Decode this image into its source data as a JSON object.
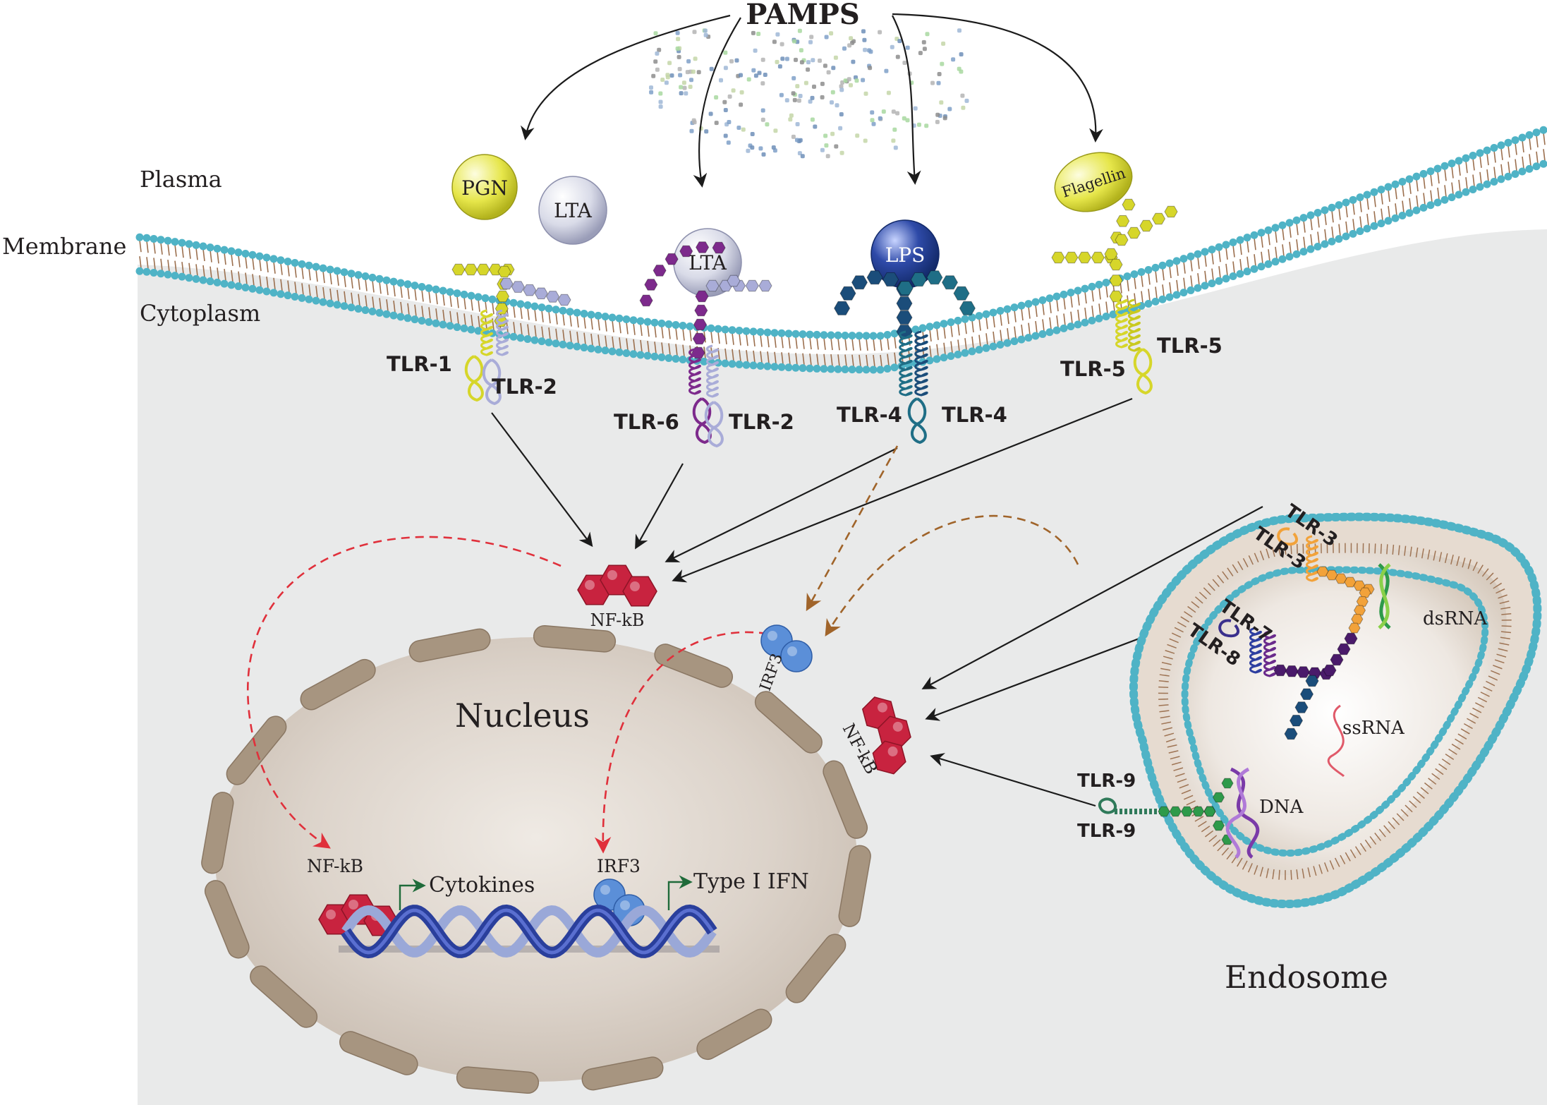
{
  "title": "PAMPS",
  "regions": {
    "plasma": "Plasma",
    "membrane": "Membrane",
    "cytoplasm": "Cytoplasm",
    "nucleus": "Nucleus",
    "endosome": "Endosome"
  },
  "ligands": {
    "pgn": "PGN",
    "lta_1": "LTA",
    "lta_2": "LTA",
    "lps": "LPS",
    "flagellin": "Flagellin"
  },
  "receptors": {
    "tlr1": "TLR-1",
    "tlr2_a": "TLR-2",
    "tlr6": "TLR-6",
    "tlr2_b": "TLR-2",
    "tlr4_a": "TLR-4",
    "tlr4_b": "TLR-4",
    "tlr5_a": "TLR-5",
    "tlr5_b": "TLR-5",
    "tlr3_a": "TLR-3",
    "tlr3_b": "TLR-3",
    "tlr7": "TLR-7",
    "tlr8": "TLR-8",
    "tlr9_a": "TLR-9",
    "tlr9_b": "TLR-9"
  },
  "nucleic_acids": {
    "dsrna": "dsRNA",
    "ssrna": "ssRNA",
    "dna": "DNA"
  },
  "factors": {
    "nfkb_top": "NF-kB",
    "irf3_cyto": "IRF3",
    "nfkb_right": "NF-kB",
    "nfkb_nuc": "NF-kB",
    "irf3_nuc": "IRF3"
  },
  "outputs": {
    "cytokines": "Cytokines",
    "type1ifn": "Type I IFN"
  },
  "colors": {
    "cytoplasm": "#e9eaea",
    "membrane_head": "#4fb3c6",
    "membrane_tail": "#9b6f4e",
    "nucleus_fill": "#d4cbc2",
    "nuclear_pore": "#a79580",
    "nfkb": "#c8233f",
    "irf3": "#5b8fd8",
    "solid_arrow": "#1b1b1b",
    "dashed_red": "#e0303b",
    "dashed_brown": "#a0642a",
    "pgn": "#e6e64a",
    "lta": "#d9dbe8",
    "lps": "#2e4aa8",
    "flagellin": "#f0e63a",
    "tlr_yellow": "#d6d62a",
    "tlr_lavender": "#a9acd8",
    "tlr_purple": "#7d2a8c",
    "tlr_teal": "#1f6e86",
    "tlr_navy": "#1b4d7a",
    "tlr_orange": "#f2a23a",
    "tlr_green": "#2e9a4a",
    "dna_blue": "#2a3f9c"
  }
}
